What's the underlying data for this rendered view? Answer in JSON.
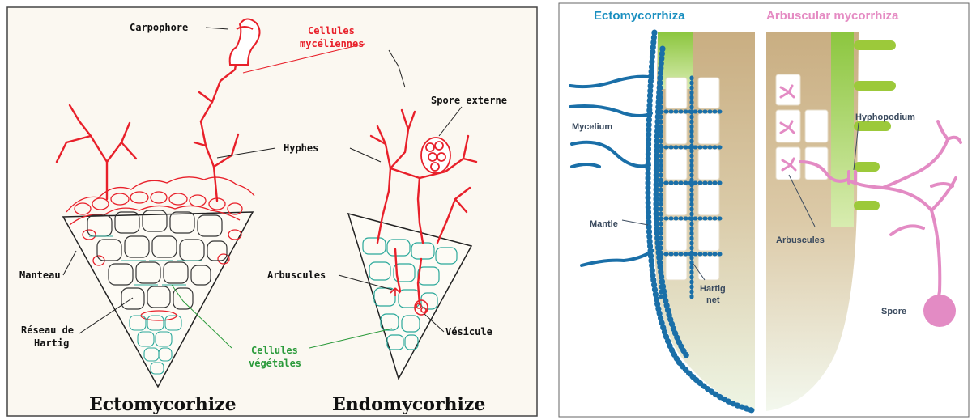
{
  "left_panel": {
    "labels": {
      "carpophore": "Carpophore",
      "cellules_myceliennes_1": "Cellules",
      "cellules_myceliennes_2": "mycéliennes",
      "spore_externe": "Spore externe",
      "hyphes": "Hyphes",
      "manteau": "Manteau",
      "arbuscules": "Arbuscules",
      "reseau_1": "Réseau de",
      "reseau_2": "Hartig",
      "vesicule": "Vésicule",
      "cellules_vegetales_1": "Cellules",
      "cellules_vegetales_2": "végétales"
    },
    "titles": {
      "ecto": "Ectomycorhize",
      "endo": "Endomycorhize"
    },
    "colors": {
      "fungus": "#e8202a",
      "plant": "#2aa89a",
      "label_green": "#2a9a3a",
      "background": "#fbf8f1"
    }
  },
  "right_panel": {
    "headings": {
      "ecto": "Ectomycorrhiza",
      "am": "Arbuscular mycorrhiza"
    },
    "labels": {
      "mycelium": "Mycelium",
      "mantle": "Mantle",
      "hartig_1": "Hartig",
      "hartig_2": "net",
      "hyphopodium": "Hyphopodium",
      "arbuscules": "Arbuscules",
      "spore": "Spore"
    },
    "colors": {
      "ecto_hyphae": "#1a6fa8",
      "am_hyphae": "#e38bc4",
      "root_green": "#9cc93a",
      "root_tan": "#cdb88f"
    }
  }
}
